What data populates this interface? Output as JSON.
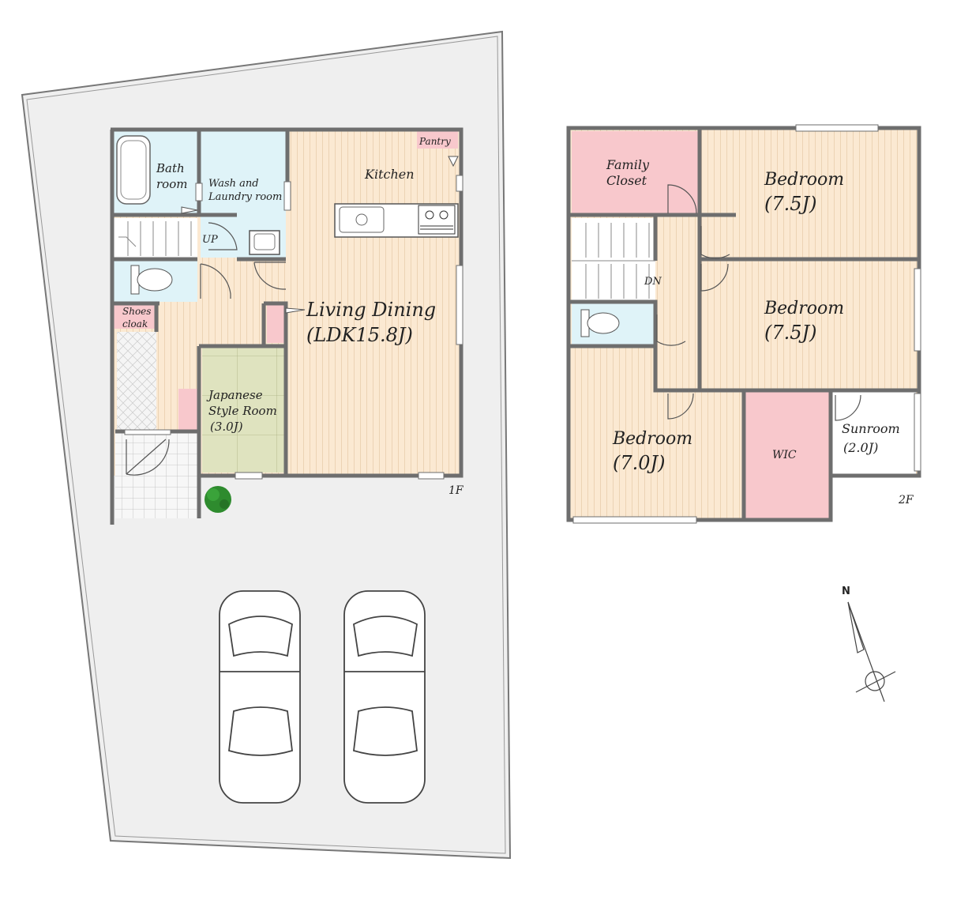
{
  "floor1": {
    "label": "1F",
    "rooms": {
      "bath": [
        "Bath",
        "room"
      ],
      "wash": [
        "Wash and",
        "Laundry room"
      ],
      "pantry": "Pantry",
      "kitchen": "Kitchen",
      "up": "UP",
      "shoes": [
        "Shoes",
        "cloak"
      ],
      "living": [
        "Living Dining",
        "(LDK15.8J)"
      ],
      "japanese": [
        "Japanese",
        "Style Room",
        "(3.0J)"
      ]
    }
  },
  "floor2": {
    "label": "2F",
    "rooms": {
      "family_closet": [
        "Family",
        "Closet"
      ],
      "bedroom1": [
        "Bedroom",
        "(7.5J)"
      ],
      "bedroom2": [
        "Bedroom",
        "(7.5J)"
      ],
      "bedroom3": [
        "Bedroom",
        "(7.0J)"
      ],
      "dn": "DN",
      "wic": "WIC",
      "sunroom": [
        "Sunroom",
        "(2.0J)"
      ]
    }
  },
  "compass": {
    "north_label": "N"
  },
  "colors": {
    "wall": "#6e6e6e",
    "wood_floor": "#fbe9d2",
    "wet_area": "#dff3f8",
    "closet_pink": "#f8c8cc",
    "tatami": "#dfe3bf",
    "tile": "#f2f2f2",
    "site": "#efefef",
    "tree": "#2e8b2e"
  }
}
